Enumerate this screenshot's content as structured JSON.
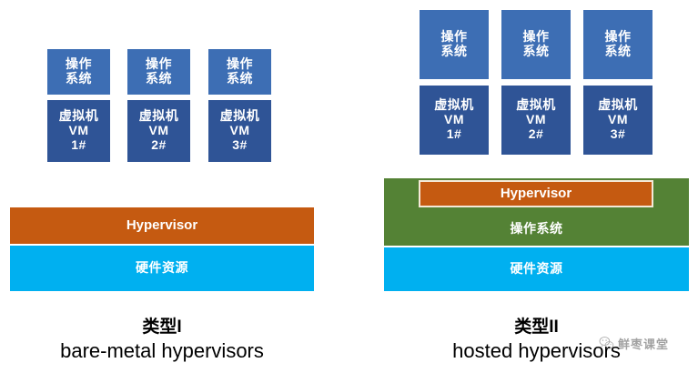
{
  "diagram": {
    "background": "#ffffff",
    "colors": {
      "os_box": "#3d6eb4",
      "vm_box": "#2f5496",
      "hypervisor": "#c55a11",
      "hardware": "#00b0f0",
      "host_os": "#548235",
      "caption_text": "#000000"
    },
    "panels": [
      {
        "id": "type-1",
        "guests": [
          {
            "os_lines": [
              "操作",
              "系统"
            ],
            "vm_lines": [
              "虚拟机",
              "VM",
              "1#"
            ]
          },
          {
            "os_lines": [
              "操作",
              "系统"
            ],
            "vm_lines": [
              "虚拟机",
              "VM",
              "2#"
            ]
          },
          {
            "os_lines": [
              "操作",
              "系统"
            ],
            "vm_lines": [
              "虚拟机",
              "VM",
              "3#"
            ]
          }
        ],
        "hypervisor_label": "Hypervisor",
        "hardware_label": "硬件资源",
        "caption_title": "类型I",
        "caption_subtitle": "bare-metal hypervisors"
      },
      {
        "id": "type-2",
        "guests": [
          {
            "os_lines": [
              "操作",
              "系统"
            ],
            "vm_lines": [
              "虚拟机",
              "VM",
              "1#"
            ]
          },
          {
            "os_lines": [
              "操作",
              "系统"
            ],
            "vm_lines": [
              "虚拟机",
              "VM",
              "2#"
            ]
          },
          {
            "os_lines": [
              "操作",
              "系统"
            ],
            "vm_lines": [
              "虚拟机",
              "VM",
              "3#"
            ]
          }
        ],
        "hypervisor_label": "Hypervisor",
        "host_os_label": "操作系统",
        "hardware_label": "硬件资源",
        "caption_title": "类型II",
        "caption_subtitle": "hosted hypervisors"
      }
    ],
    "watermark": {
      "text": "鲜枣课堂",
      "icon": "wechat-logo-icon"
    }
  }
}
